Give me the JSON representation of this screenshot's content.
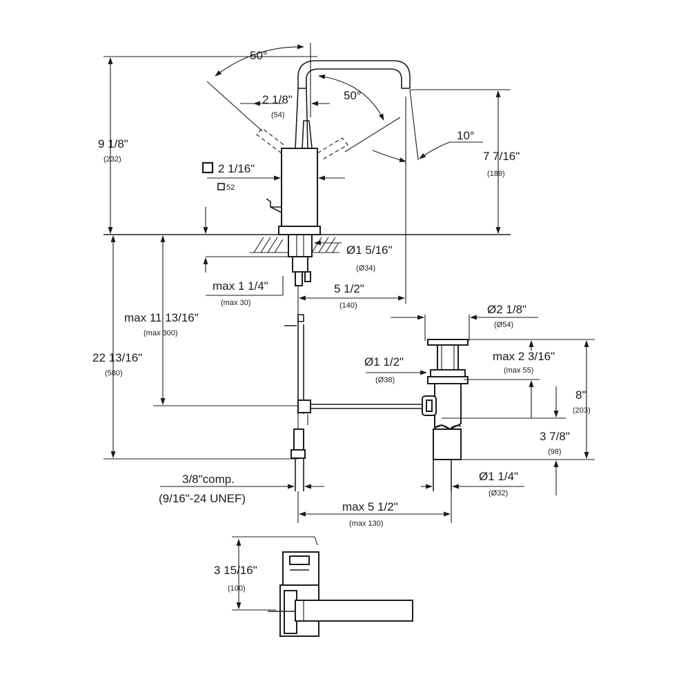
{
  "labels": {
    "angle_top": "50°",
    "angle_right": "50°",
    "angle_spout": "10°",
    "handle_offset": "2 1/8\"",
    "handle_offset_mm": "(54)",
    "total_height": "9 1/8\"",
    "total_height_mm": "(232)",
    "body_square": "2 1/16\"",
    "body_square_mm": "52",
    "spout_height": "7 7/16\"",
    "spout_height_mm": "(189)",
    "hole_dia": "Ø1 5/16\"",
    "hole_dia_mm": "(Ø34)",
    "deck_max": "max 1 1/4\"",
    "deck_max_mm": "(max 30)",
    "reach": "5 1/2\"",
    "reach_mm": "(140)",
    "drain_dia": "Ø2 1/8\"",
    "drain_dia_mm": "(Ø54)",
    "pop_max": "max 2 3/16\"",
    "pop_max_mm": "(max 55)",
    "pop_thread": "Ø1 1/2\"",
    "pop_thread_mm": "(Ø38)",
    "below_max": "max 11 13/16\"",
    "below_max_mm": "(max 300)",
    "overall": "22 13/16\"",
    "overall_mm": "(580)",
    "drain_len": "8\"",
    "drain_len_mm": "(203)",
    "tail_len": "3 7/8\"",
    "tail_len_mm": "(98)",
    "tail_dia": "Ø1 1/4\"",
    "tail_dia_mm": "(Ø32)",
    "comp": "3/8\"comp.",
    "unef": "(9/16\"-24 UNEF)",
    "rod_max": "max 5 1/2\"",
    "rod_max_mm": "(max 130)",
    "top_depth": "3 15/16\"",
    "top_depth_mm": "(100)"
  }
}
